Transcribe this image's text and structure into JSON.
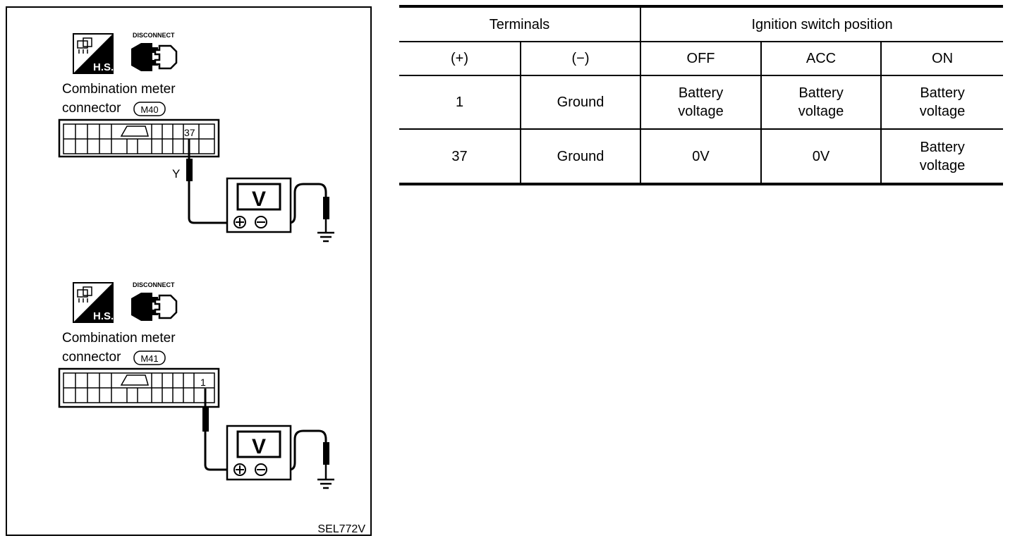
{
  "diagram": {
    "figure_code": "SEL772V",
    "upper": {
      "hs_label": "H.S.",
      "disconnect_label": "DISCONNECT",
      "connector_line1": "Combination meter",
      "connector_line2": "connector",
      "connector_id": "M40",
      "pin_label": "37",
      "wire_color": "Y",
      "meter_label": "V"
    },
    "lower": {
      "hs_label": "H.S.",
      "disconnect_label": "DISCONNECT",
      "connector_line1": "Combination meter",
      "connector_line2": "connector",
      "connector_id": "M41",
      "pin_label": "1",
      "meter_label": "V"
    }
  },
  "table": {
    "header_terminals": "Terminals",
    "header_ignition": "Ignition switch position",
    "sub_headers": [
      "(+)",
      "(−)",
      "OFF",
      "ACC",
      "ON"
    ],
    "rows": [
      [
        "1",
        "Ground",
        "Battery voltage",
        "Battery voltage",
        "Battery voltage"
      ],
      [
        "37",
        "Ground",
        "0V",
        "0V",
        "Battery voltage"
      ]
    ]
  }
}
